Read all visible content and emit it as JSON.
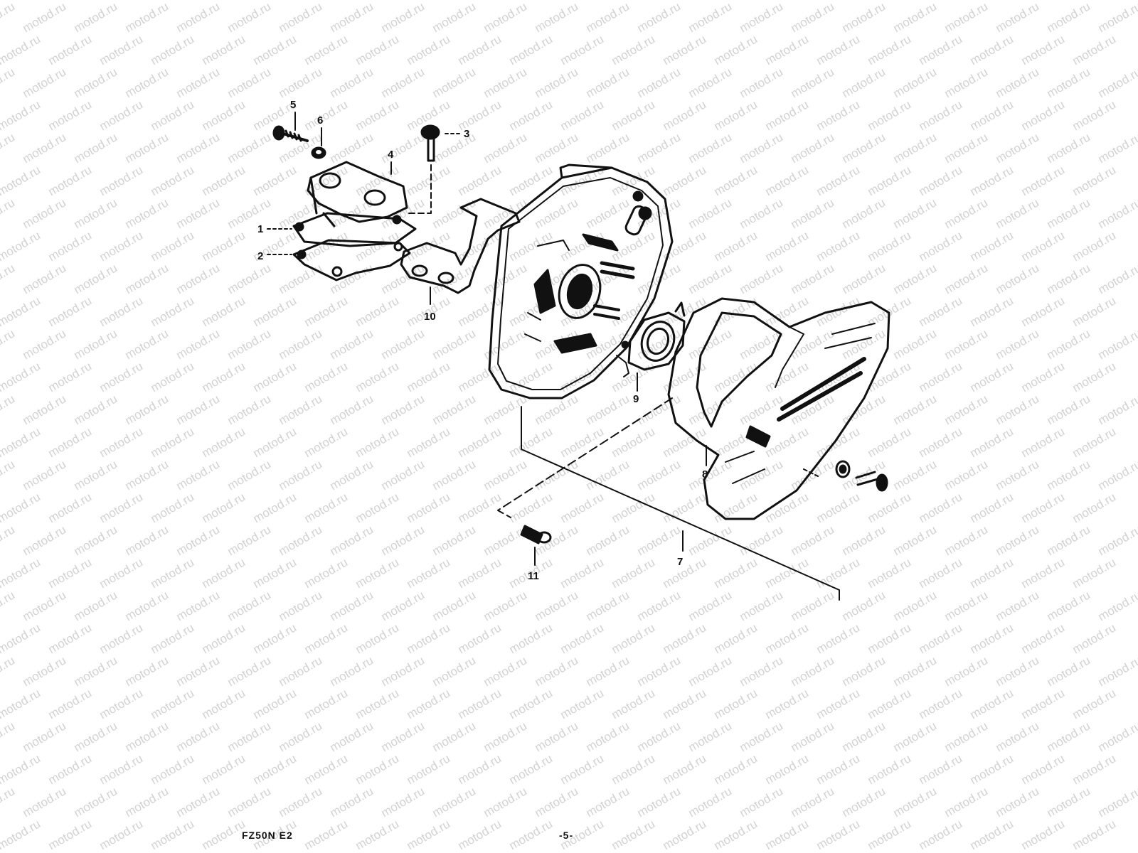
{
  "watermark": {
    "text": "motod.ru"
  },
  "colors": {
    "ink": "#111111",
    "watermark": "#d2d2d2",
    "background": "#ffffff"
  },
  "callouts": [
    {
      "id": "1",
      "text": "1"
    },
    {
      "id": "2",
      "text": "2"
    },
    {
      "id": "3",
      "text": "3"
    },
    {
      "id": "4",
      "text": "4"
    },
    {
      "id": "5",
      "text": "5"
    },
    {
      "id": "6",
      "text": "6"
    },
    {
      "id": "7",
      "text": "7"
    },
    {
      "id": "8",
      "text": "8"
    },
    {
      "id": "9",
      "text": "9"
    },
    {
      "id": "10",
      "text": "10"
    },
    {
      "id": "11",
      "text": "11"
    }
  ],
  "footer": {
    "model": "FZ50N E2",
    "page": "-5-"
  }
}
